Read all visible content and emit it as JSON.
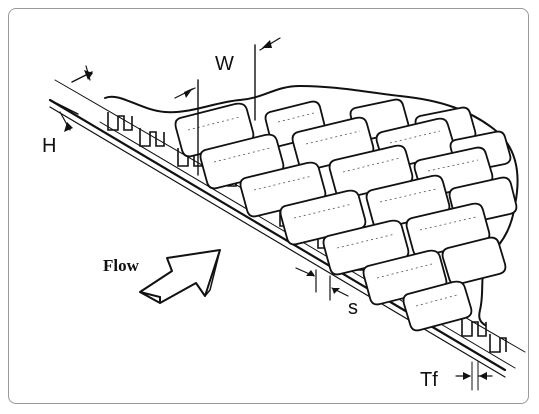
{
  "labels": {
    "height": "H",
    "width": "W",
    "spacing": "s",
    "fin_thickness": "Tf",
    "flow": "Flow"
  },
  "icons": {
    "flow_arrow": "flow-arrow-icon"
  }
}
